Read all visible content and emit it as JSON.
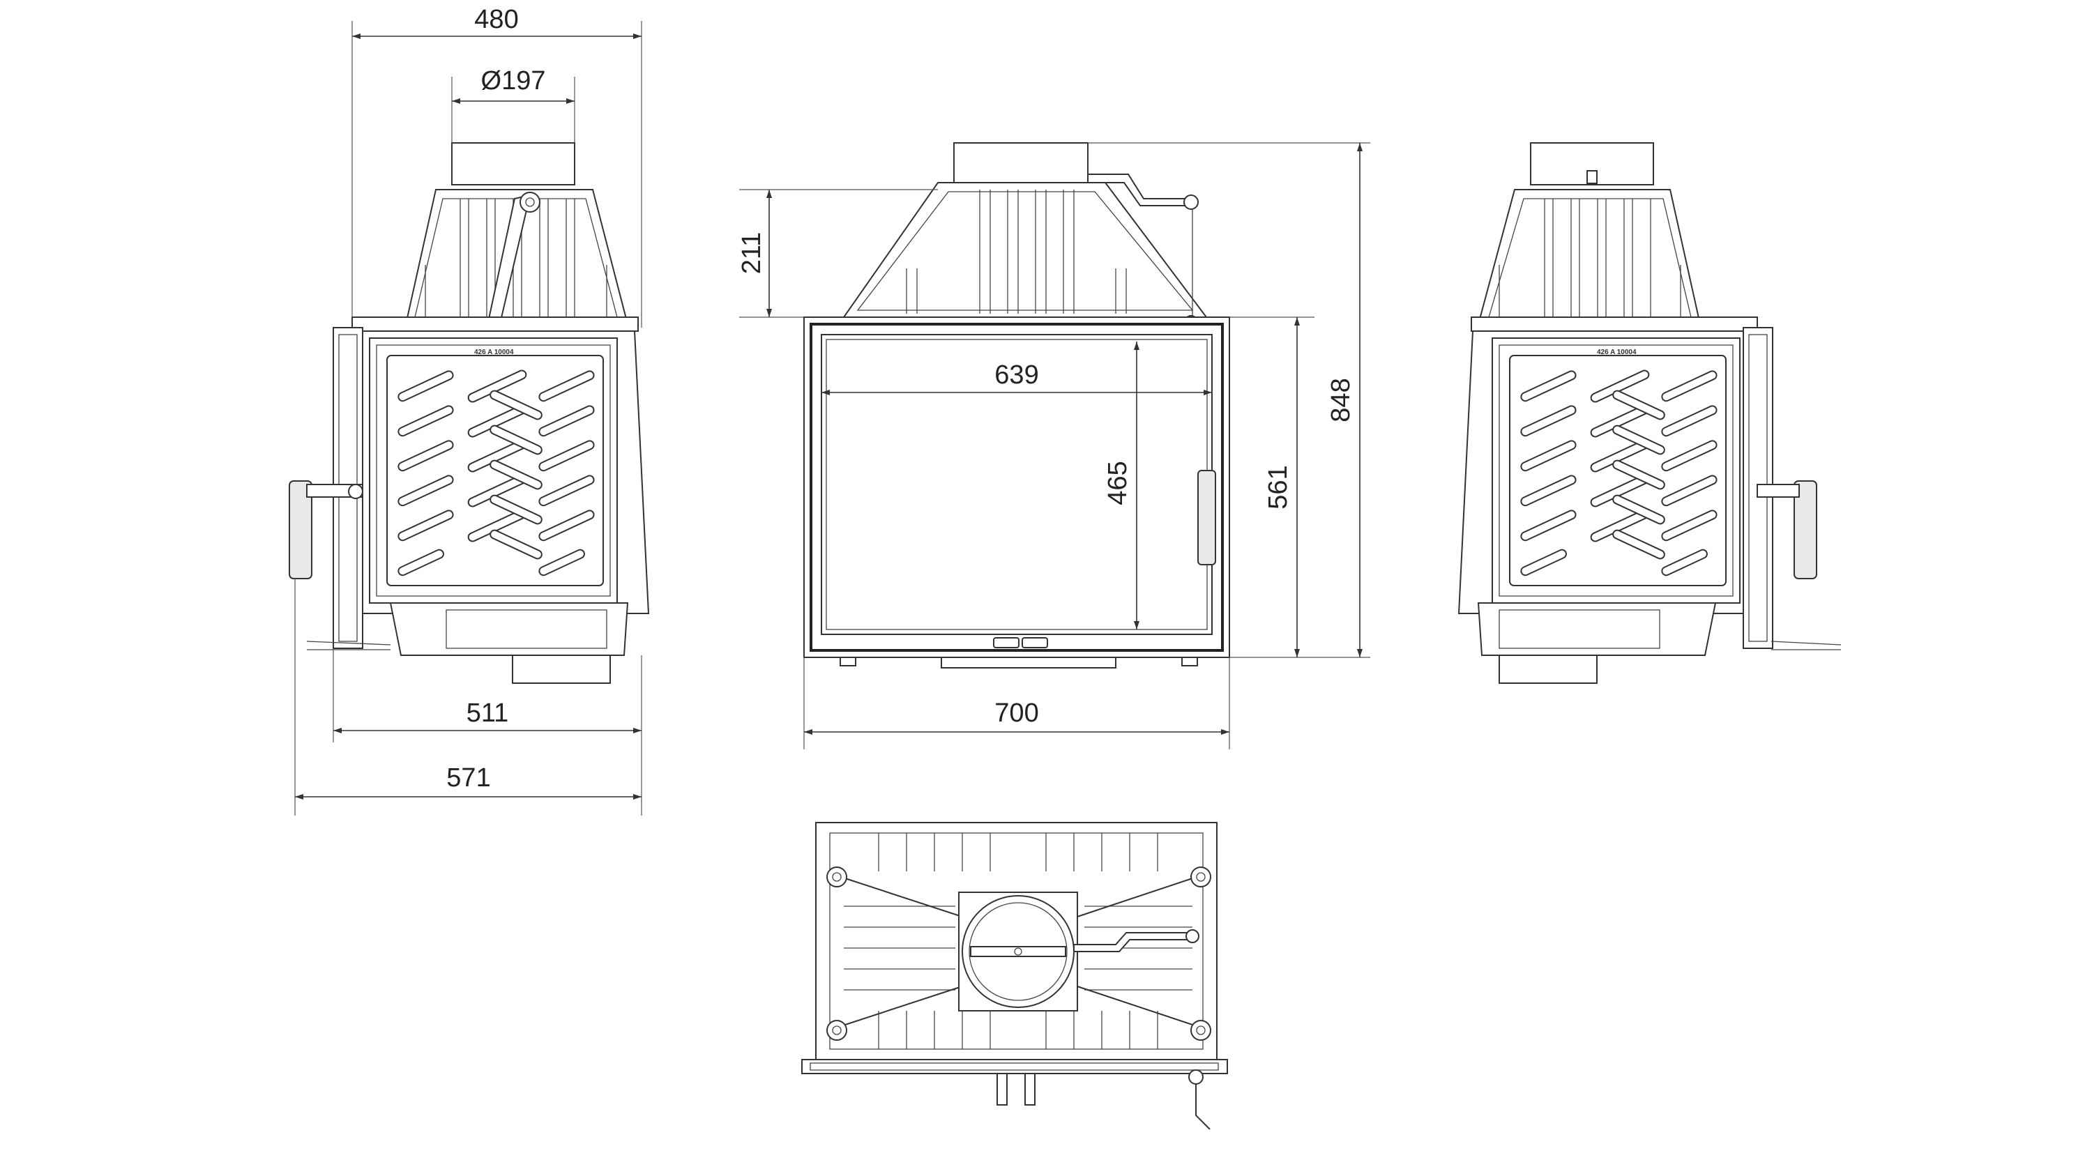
{
  "dimensions": {
    "width_top": "480",
    "flue_diameter": "Ø197",
    "side_width_lower": "511",
    "side_width_overall": "571",
    "hood_height": "211",
    "glass_width": "639",
    "glass_height": "465",
    "door_height": "561",
    "front_width": "700",
    "overall_height": "848"
  },
  "plates": {
    "left_side_plate": "426 A 10004",
    "right_side_plate": "426 A 10004"
  }
}
